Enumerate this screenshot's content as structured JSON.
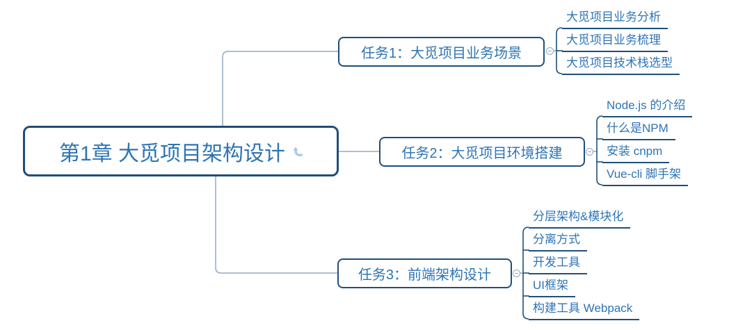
{
  "mindmap": {
    "root": {
      "label": "第1章 大觅项目架构设计"
    },
    "branches": [
      {
        "label": "任务1：大觅项目业务场景",
        "children": [
          "大觅项目业务分析",
          "大觅项目业务梳理",
          "大觅项目技术栈选型"
        ]
      },
      {
        "label": "任务2：大觅项目环境搭建",
        "children": [
          "Node.js 的介绍",
          "什么是NPM",
          "安装 cnpm",
          "Vue-cli 脚手架"
        ]
      },
      {
        "label": "任务3：前端架构设计",
        "children": [
          "分层架构&模块化",
          "分离方式",
          "开发工具",
          "UI框架",
          "构建工具 Webpack"
        ]
      }
    ],
    "icons": {
      "root_marker": "curved-arrow-icon",
      "collapse_handle": "minus-circle-icon"
    },
    "colors": {
      "node_border": "#1f4e79",
      "topic_text": "#2e74b5",
      "branch_line": "#93a9bd",
      "marker_blue": "#a9c9ef",
      "background": "#ffffff"
    }
  }
}
